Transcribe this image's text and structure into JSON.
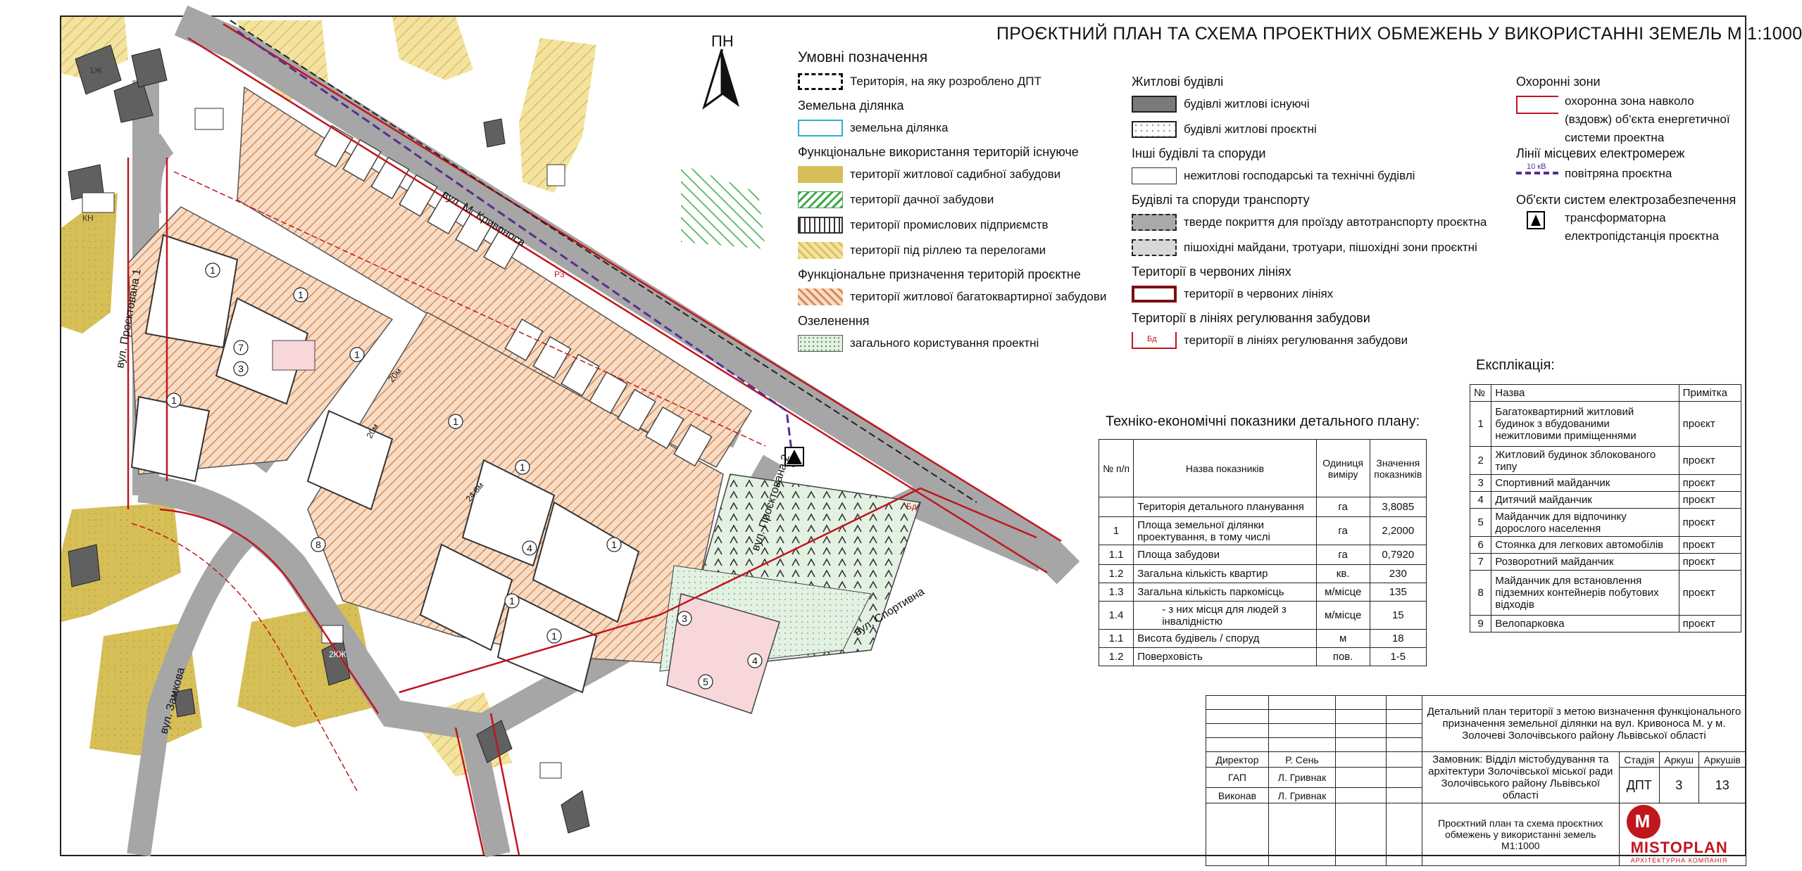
{
  "title": "ПРОЄКТНИЙ ПЛАН ТА СХЕМА ПРОЕКТНИХ ОБМЕЖЕНЬ У ВИКОРИСТАННІ ЗЕМЕЛЬ М 1:1000",
  "north_label": "ПН",
  "legend": {
    "title": "Умовні позначення",
    "col1": [
      {
        "type": "item",
        "swatch": "boundary",
        "text": "Територія, на яку розроблено ДПТ"
      },
      {
        "type": "head",
        "text": "Земельна ділянка"
      },
      {
        "type": "item",
        "swatch": "plot",
        "text": "земельна ділянка"
      },
      {
        "type": "head",
        "text": "Функціональне використання територій існуюче"
      },
      {
        "type": "item",
        "swatch": "garden",
        "text": "території житлової садибної забудови"
      },
      {
        "type": "item",
        "swatch": "dacha",
        "text": "території дачної забудови"
      },
      {
        "type": "item",
        "swatch": "industry",
        "text": "території промислових підприємств"
      },
      {
        "type": "item",
        "swatch": "arable",
        "text": "території під ріллею та перелогами"
      },
      {
        "type": "head",
        "text": "Функціональне призначення територій проєктне"
      },
      {
        "type": "item",
        "swatch": "multi",
        "text": "території житлової багатоквартирної забудови"
      },
      {
        "type": "head",
        "text": "Озеленення"
      },
      {
        "type": "item",
        "swatch": "green",
        "text": "загального користування проектні"
      }
    ],
    "col2": [
      {
        "type": "head",
        "text": "Житлові будівлі"
      },
      {
        "type": "item",
        "swatch": "bld-exist",
        "text": "будівлі житлові існуючі"
      },
      {
        "type": "item",
        "swatch": "bld-proj",
        "text": "будівлі житлові проєктні"
      },
      {
        "type": "head",
        "text": "Інші будівлі та споруди"
      },
      {
        "type": "item",
        "swatch": "nonres",
        "text": "нежитлові господарські та технічні будівлі"
      },
      {
        "type": "head",
        "text": "Будівлі та споруди транспорту"
      },
      {
        "type": "item",
        "swatch": "road",
        "text": "тверде покриття для проїзду автотранспорту проєктна"
      },
      {
        "type": "item",
        "swatch": "walk",
        "text": "пішохідні майдани, тротуари, пішохідні зони проєктні"
      },
      {
        "type": "head",
        "text": "Території в червоних лініях"
      },
      {
        "type": "item",
        "swatch": "redline",
        "text": "території в червоних лініях"
      },
      {
        "type": "head",
        "text": "Території в лініях регулювання забудови"
      },
      {
        "type": "item",
        "swatch": "regline",
        "text": "території в лініях регулювання забудови",
        "mark": "Бд"
      }
    ],
    "col3": {
      "protect_head": "Охоронні зони",
      "protect_lines": [
        "охоронна зона навколо",
        "(вздовж) об'єкта енергетичної",
        "системи проектна"
      ],
      "lines_head": "Лінії місцевих електромереж",
      "lines_kv": "10 кВ",
      "lines_text": "повітряна проєктна",
      "supply_head": "Об'єкти систем електрозабезпечення",
      "supply_lines": [
        "трансформаторна",
        "електропідстанція проєктна"
      ]
    }
  },
  "tek": {
    "title": "Техніко-економічні показники детального плану:",
    "headers": [
      "№ п/п",
      "Назва показників",
      "Одиниця виміру",
      "Значення показників"
    ],
    "rows": [
      [
        "",
        "Територія детального планування",
        "га",
        "3,8085"
      ],
      [
        "1",
        "Площа земельної ділянки проектування, в тому числі",
        "га",
        "2,2000"
      ],
      [
        "1.1",
        "Площа забудови",
        "га",
        "0,7920"
      ],
      [
        "1.2",
        "Загальна кількість квартир",
        "кв.",
        "230"
      ],
      [
        "1.3",
        "Загальна кількість паркомісць",
        "м/місце",
        "135"
      ],
      [
        "1.4",
        "- з них місця для людей з інвалідністю",
        "м/місце",
        "15"
      ],
      [
        "1.1",
        "Висота будівель / споруд",
        "м",
        "18"
      ],
      [
        "1.2",
        "Поверховість",
        "пов.",
        "1-5"
      ]
    ]
  },
  "eks": {
    "title": "Експлікація:",
    "headers": [
      "№",
      "Назва",
      "Примітка"
    ],
    "rows": [
      [
        "1",
        "Багатоквартирний житловий будинок з вбудованими нежитловими приміщеннями",
        "проєкт"
      ],
      [
        "2",
        "Житловий будинок зблокованого типу",
        "проєкт"
      ],
      [
        "3",
        "Спортивний майданчик",
        "проєкт"
      ],
      [
        "4",
        "Дитячий майданчик",
        "проєкт"
      ],
      [
        "5",
        "Майданчик для відпочинку дорослого населення",
        "проєкт"
      ],
      [
        "6",
        "Стоянка для легкових автомобілів",
        "проєкт"
      ],
      [
        "7",
        "Розворотний майданчик",
        "проєкт"
      ],
      [
        "8",
        "Майданчик для встановлення підземних контейнерів побутових відходів",
        "проєкт"
      ],
      [
        "9",
        "Велопарковка",
        "проєкт"
      ]
    ]
  },
  "stamp": {
    "project_title": "Детальний план території з метою визначення функціонального призначення земельної ділянки на вул. Кривоноса М. у м. Золочеві Золочівського району Львівської області",
    "roles": [
      [
        "Директор",
        "Р. Сень"
      ],
      [
        "ГАП",
        "Л. Гривнак"
      ],
      [
        "Виконав",
        "Л. Гривнак"
      ]
    ],
    "customer": "Замовник: Відділ містобудування та архітектури Золочівської міської ради Золочівського району Львівської області",
    "stage_h": "Стадія",
    "sheet_h": "Аркуш",
    "sheets_h": "Аркушів",
    "stage": "ДПТ",
    "sheet": "3",
    "sheets": "13",
    "sheet_title": "Проєктний план та схема проєктних обмежень у використанні земель М1:1000",
    "logo": "MISTOPLAN",
    "logo_sub": "АРХІТЕКТУРНА КОМПАНІЯ"
  },
  "map": {
    "streets": [
      "вул. М. Кривоноса",
      "вул. Проєктована 1",
      "вул. Проєктована 2",
      "вул. Спортивна",
      "вул. Замкова"
    ],
    "labels": [
      "Р3",
      "Бд",
      "КН",
      "1Ж",
      "2КЖ",
      "20м",
      "20м",
      "24.8м"
    ]
  },
  "colors": {
    "red": "#c0161e",
    "garden": "#d9c25f",
    "green": "#3ea84a",
    "road": "#a9a9a9",
    "purple": "#5a2d91"
  }
}
